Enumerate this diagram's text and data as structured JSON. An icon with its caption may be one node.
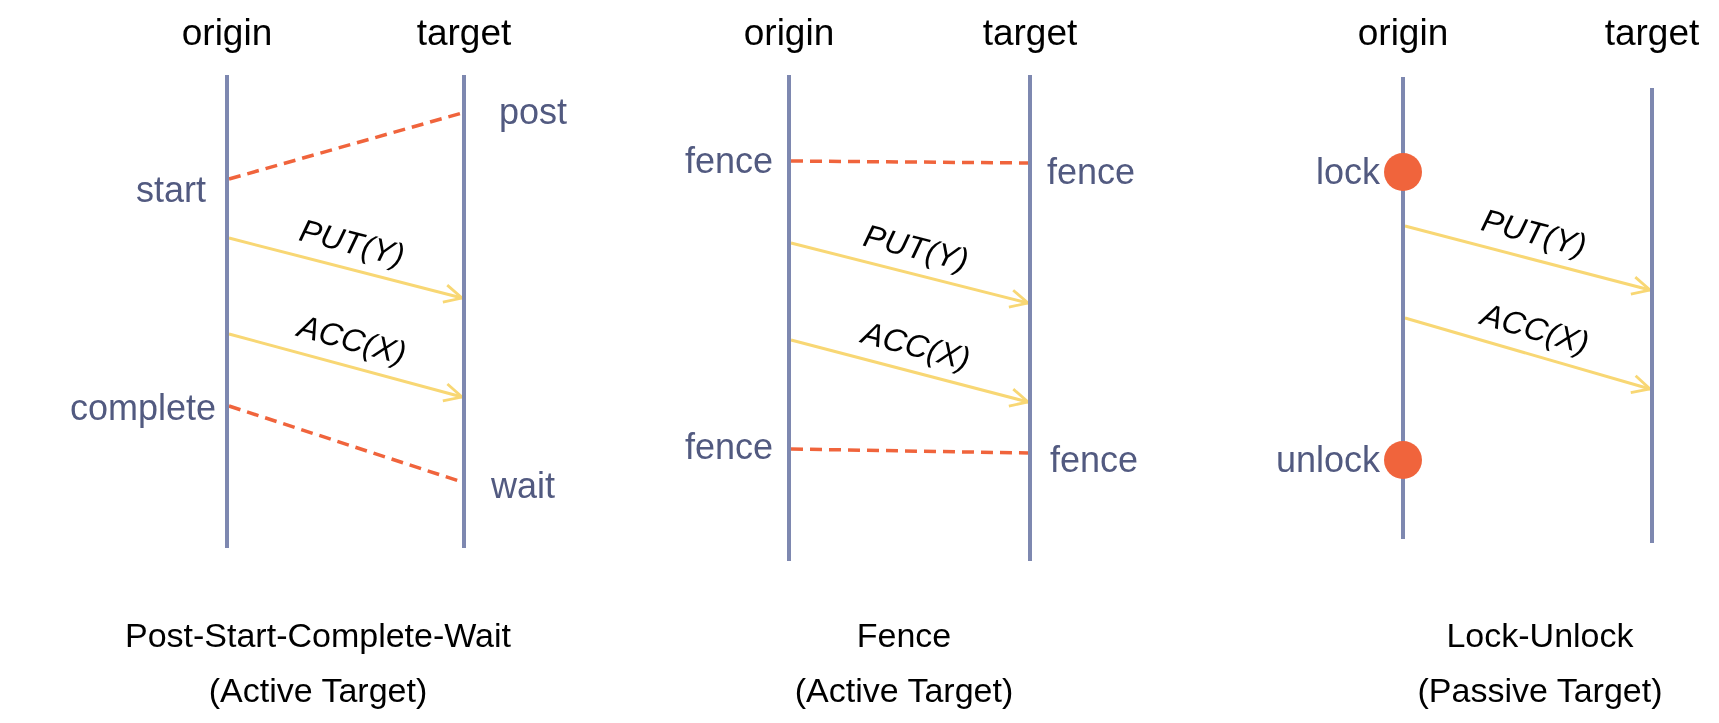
{
  "diagram": {
    "nodes": [
      {
        "text": [],
        "shape": "line",
        "beside": [
          "origin"
        ]
      },
      {
        "text": [],
        "shape": "line",
        "beside": [
          "target"
        ]
      },
      {
        "text": [],
        "shape": "line",
        "beside": [
          "origin"
        ]
      },
      {
        "text": [],
        "shape": "line",
        "beside": [
          "target"
        ]
      },
      {
        "text": [],
        "shape": "line",
        "beside": [
          "origin"
        ]
      },
      {
        "text": [],
        "shape": "line",
        "beside": [
          "target"
        ]
      },
      {
        "text": [],
        "shape": "circle",
        "beside": [
          "lock"
        ]
      },
      {
        "text": [],
        "shape": "circle",
        "beside": [
          "unlock"
        ]
      }
    ],
    "edges": [
      {
        "from": 0,
        "to": 1,
        "arrow": "none",
        "style": "dashed",
        "color": "#f0643c"
      },
      {
        "from": 0,
        "to": 1,
        "arrow": "to",
        "label": "PUT(Y)"
      },
      {
        "from": 0,
        "to": 1,
        "arrow": "to",
        "label": "ACC(X)"
      },
      {
        "from": 0,
        "to": 1,
        "arrow": "none",
        "style": "dashed",
        "color": "#f0643c"
      },
      {
        "from": 2,
        "to": 3,
        "arrow": "none",
        "style": "dashed",
        "color": "#f0643c"
      },
      {
        "from": 2,
        "to": 3,
        "arrow": "to",
        "label": "PUT(Y)"
      },
      {
        "from": 2,
        "to": 3,
        "arrow": "to",
        "label": "ACC(X)"
      },
      {
        "from": 2,
        "to": 3,
        "arrow": "none",
        "style": "dashed",
        "color": "#f0643c"
      },
      {
        "from": 4,
        "to": 5,
        "arrow": "to",
        "label": "PUT(Y)"
      },
      {
        "from": 4,
        "to": 5,
        "arrow": "to",
        "label": "ACC(X)"
      }
    ],
    "labels": [
      "post",
      "start",
      "complete",
      "wait",
      "fence",
      "fence",
      "fence",
      "fence",
      "Post-Start-Complete-Wait",
      "(Active Target)",
      "Fence",
      "(Active Target)",
      "Lock-Unlock",
      "(Passive Target)"
    ]
  }
}
